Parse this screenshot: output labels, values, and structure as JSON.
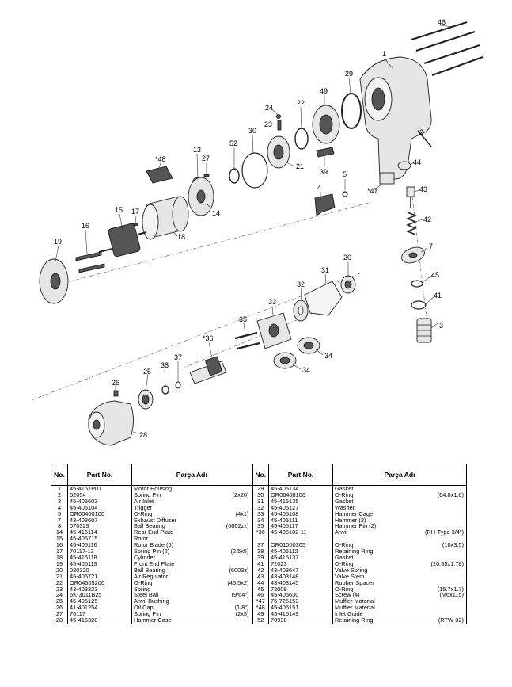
{
  "callouts": [
    "1",
    "2",
    "3",
    "4",
    "5",
    "7",
    "13",
    "14",
    "15",
    "16",
    "17",
    "18",
    "19",
    "20",
    "21",
    "22",
    "23",
    "24",
    "25",
    "26",
    "27",
    "28",
    "29",
    "30",
    "31",
    "32",
    "33",
    "34",
    "34",
    "35",
    "*36",
    "37",
    "38",
    "39",
    "41",
    "42",
    "43",
    "44",
    "45",
    "46",
    "*47",
    "*48",
    "49",
    "52"
  ],
  "table": {
    "headers": {
      "no": "No.",
      "part_no": "Part No.",
      "name": "Parça Adı"
    },
    "left": [
      {
        "no": "1",
        "part_no": "45-4151P01",
        "name": "Motor Housing",
        "spec": ""
      },
      {
        "no": "2",
        "part_no": "62054",
        "name": "Spring Pin",
        "spec": "(2x20)"
      },
      {
        "no": "3",
        "part_no": "45-405603",
        "name": "Air Inlet",
        "spec": ""
      },
      {
        "no": "4",
        "part_no": "45-405104",
        "name": "Trigger",
        "spec": ""
      },
      {
        "no": "5",
        "part_no": "OR00400100",
        "name": "O-Ring",
        "spec": "(4x1)"
      },
      {
        "no": "7",
        "part_no": "43-403607",
        "name": "Exhaust Diffuser",
        "spec": ""
      },
      {
        "no": "8",
        "part_no": "070329",
        "name": "Ball Bearing",
        "spec": "(6002zz)"
      },
      {
        "no": "14",
        "part_no": "45-415114",
        "name": "Rear End Plate",
        "spec": ""
      },
      {
        "no": "15",
        "part_no": "45-405715",
        "name": "Rotor",
        "spec": ""
      },
      {
        "no": "16",
        "part_no": "45-405116",
        "name": "Rotor Blade (6)",
        "spec": ""
      },
      {
        "no": "17",
        "part_no": "70117-13",
        "name": "Spring Pin (2)",
        "spec": "(2.5x5)"
      },
      {
        "no": "18",
        "part_no": "45-415118",
        "name": "Cylinder",
        "spec": ""
      },
      {
        "no": "19",
        "part_no": "45-405119",
        "name": "Front End Plate",
        "spec": ""
      },
      {
        "no": "20",
        "part_no": "020320",
        "name": "Ball Bearing",
        "spec": "(6003z)"
      },
      {
        "no": "21",
        "part_no": "45-405721",
        "name": "Air Regulator",
        "spec": ""
      },
      {
        "no": "22",
        "part_no": "OR04505200",
        "name": "O-Ring",
        "spec": "(45.5x2)"
      },
      {
        "no": "23",
        "part_no": "43-403323",
        "name": "Spring",
        "spec": ""
      },
      {
        "no": "24",
        "part_no": "5K-3011B25",
        "name": "Steel Ball",
        "spec": "(9/64\")"
      },
      {
        "no": "25",
        "part_no": "45-405125",
        "name": "Anvil Bushing",
        "spec": ""
      },
      {
        "no": "26",
        "part_no": "41-401254",
        "name": "Oil Cap",
        "spec": "(1/8\")"
      },
      {
        "no": "27",
        "part_no": "70117",
        "name": "Spring Pin",
        "spec": "(2x5)"
      },
      {
        "no": "28",
        "part_no": "45-415328",
        "name": "Hammer Case",
        "spec": ""
      }
    ],
    "right": [
      {
        "no": "29",
        "part_no": "45-405134",
        "name": "Gasket",
        "spec": ""
      },
      {
        "no": "30",
        "part_no": "OR06408106",
        "name": "O-Ring",
        "spec": "(64.8x1.6)"
      },
      {
        "no": "31",
        "part_no": "45-415135",
        "name": "Gasket",
        "spec": ""
      },
      {
        "no": "32",
        "part_no": "45-405127",
        "name": "Washer",
        "spec": ""
      },
      {
        "no": "33",
        "part_no": "45-405108",
        "name": "Hammer Cage",
        "spec": ""
      },
      {
        "no": "34",
        "part_no": "45-405111",
        "name": "Hammer (2)",
        "spec": ""
      },
      {
        "no": "35",
        "part_no": "45-405117",
        "name": "Hammer Pin (2)",
        "spec": ""
      },
      {
        "no": "*36",
        "part_no": "45-405102-11",
        "name": "Anvil",
        "spec": "(RH-Type 3/4\")"
      },
      {
        "no": "",
        "part_no": "",
        "name": "",
        "spec": ""
      },
      {
        "no": "37",
        "part_no": "OR01000305",
        "name": "O-Ring",
        "spec": "(10x3.5)"
      },
      {
        "no": "38",
        "part_no": "45-405112",
        "name": "Retaining Ring",
        "spec": ""
      },
      {
        "no": "39",
        "part_no": "45-415137",
        "name": "Gasket",
        "spec": ""
      },
      {
        "no": "41",
        "part_no": "72023",
        "name": "O-Ring",
        "spec": "(20.35x1.78)"
      },
      {
        "no": "42",
        "part_no": "43-403647",
        "name": "Valve Spring",
        "spec": ""
      },
      {
        "no": "43",
        "part_no": "43-403148",
        "name": "Valve Stem",
        "spec": ""
      },
      {
        "no": "44",
        "part_no": "43-403145",
        "name": "Rubber Spacer",
        "spec": ""
      },
      {
        "no": "45",
        "part_no": "72009",
        "name": "O-Ring",
        "spec": "(15.7x1.7)"
      },
      {
        "no": "46",
        "part_no": "45-405630",
        "name": "Screw (4)",
        "spec": "(M6x115)"
      },
      {
        "no": "*47",
        "part_no": "75-725153",
        "name": "Muffler Material",
        "spec": ""
      },
      {
        "no": "*48",
        "part_no": "45-405151",
        "name": "Muffler Material",
        "spec": ""
      },
      {
        "no": "49",
        "part_no": "45-415149",
        "name": "Inlet Guide",
        "spec": ""
      },
      {
        "no": "52",
        "part_no": "70938",
        "name": "Retaining Ring",
        "spec": "(RTW-32)"
      }
    ]
  }
}
